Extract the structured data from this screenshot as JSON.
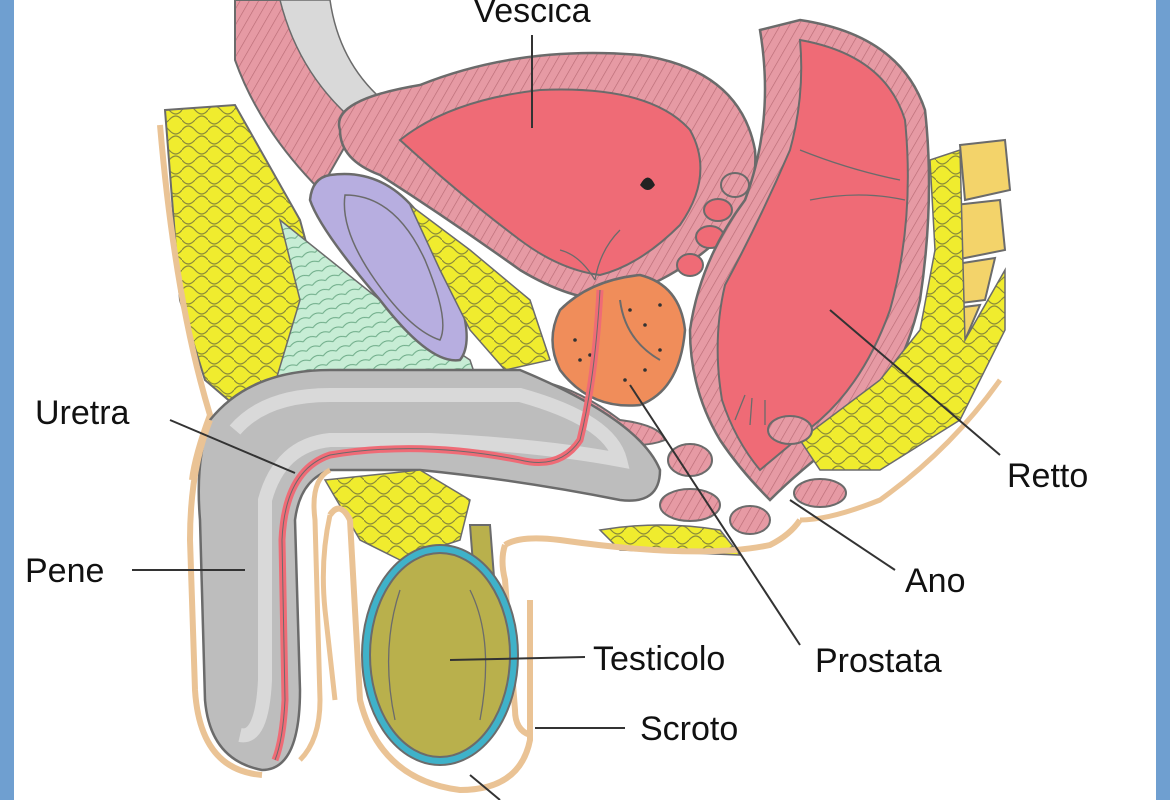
{
  "colors": {
    "frame": "#6f9fd0",
    "background": "#ffffff",
    "outline": "#6b6b6b",
    "pink_tissue": "#e69aa4",
    "red_organ": "#ef6b76",
    "fat": "#f0ec2e",
    "bone": "#f3d36a",
    "gray_tissue": "#bdbdbd",
    "light_gray": "#d9d9d9",
    "prostate": "#f08d5a",
    "testicle": "#b9b04c",
    "testicle_rim": "#3fb2c9",
    "symphysis": "#b7aee0",
    "green_tissue": "#c7edd5",
    "skin": "#eac395",
    "leader": "#333333"
  },
  "labels": {
    "vescica": "Vescica",
    "uretra": "Uretra",
    "pene": "Pene",
    "retto": "Retto",
    "ano": "Ano",
    "testicolo": "Testicolo",
    "prostata": "Prostata",
    "scroto": "Scroto"
  }
}
